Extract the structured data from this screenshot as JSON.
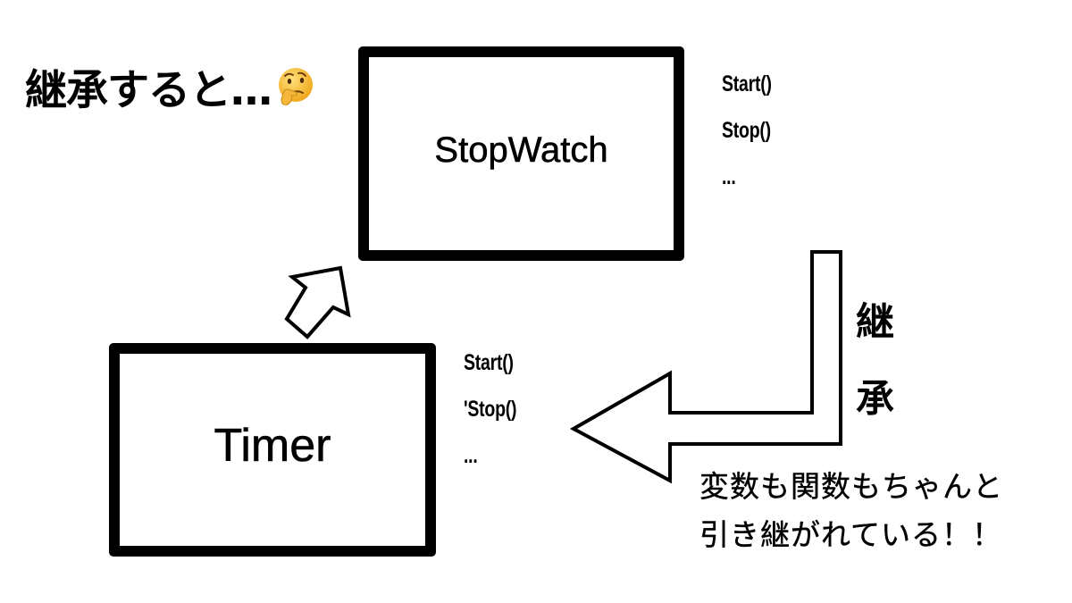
{
  "heading": {
    "text": "継承すると…",
    "emoji": "thinking-face-icon"
  },
  "parent_class": {
    "name": "StopWatch",
    "methods": [
      "Start()",
      "Stop()",
      "..."
    ]
  },
  "child_class": {
    "name": "Timer",
    "methods": [
      "Start()",
      "'Stop()",
      "..."
    ]
  },
  "inheritance_label": {
    "chars": [
      "継",
      "承"
    ]
  },
  "note": {
    "lines": [
      "変数も関数もちゃんと",
      "引き継がれている！！"
    ]
  },
  "colors": {
    "stroke": "#000000",
    "background": "#ffffff",
    "emoji_face": "#f7c23a"
  }
}
